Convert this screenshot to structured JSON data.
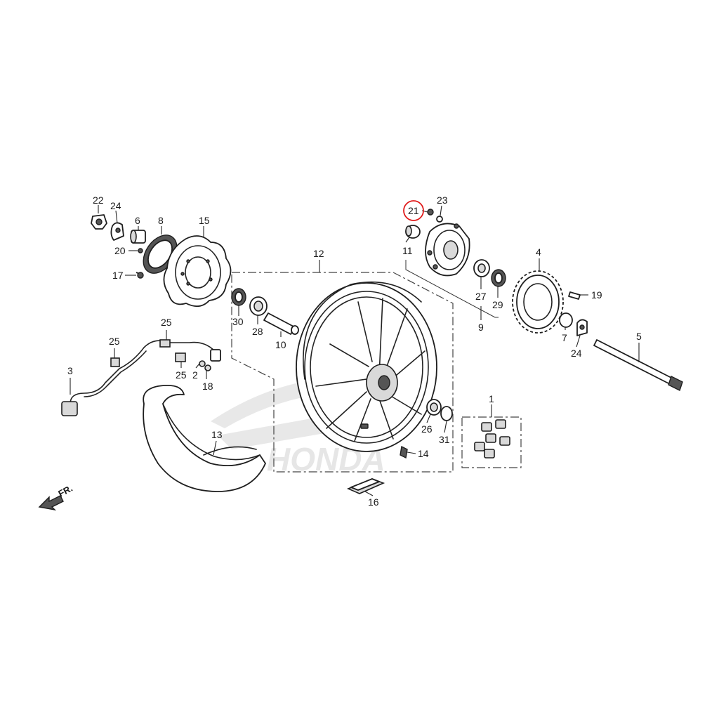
{
  "brand_watermark": "HONDA",
  "direction_label": "FR.",
  "highlight": {
    "color": "#e01b1b",
    "callout": "21"
  },
  "callouts": {
    "c1": "1",
    "c2": "2",
    "c3": "3",
    "c4": "4",
    "c5": "5",
    "c6": "6",
    "c7": "7",
    "c8": "8",
    "c9": "9",
    "c10": "10",
    "c11": "11",
    "c12": "12",
    "c13": "13",
    "c14": "14",
    "c15": "15",
    "c16": "16",
    "c17": "17",
    "c18": "18",
    "c19": "19",
    "c20": "20",
    "c21": "21",
    "c22": "22",
    "c23": "23",
    "c24a": "24",
    "c24b": "24",
    "c25a": "25",
    "c25b": "25",
    "c25c": "25",
    "c26": "26",
    "c27": "27",
    "c28": "28",
    "c29": "29",
    "c30": "30",
    "c31": "31"
  }
}
